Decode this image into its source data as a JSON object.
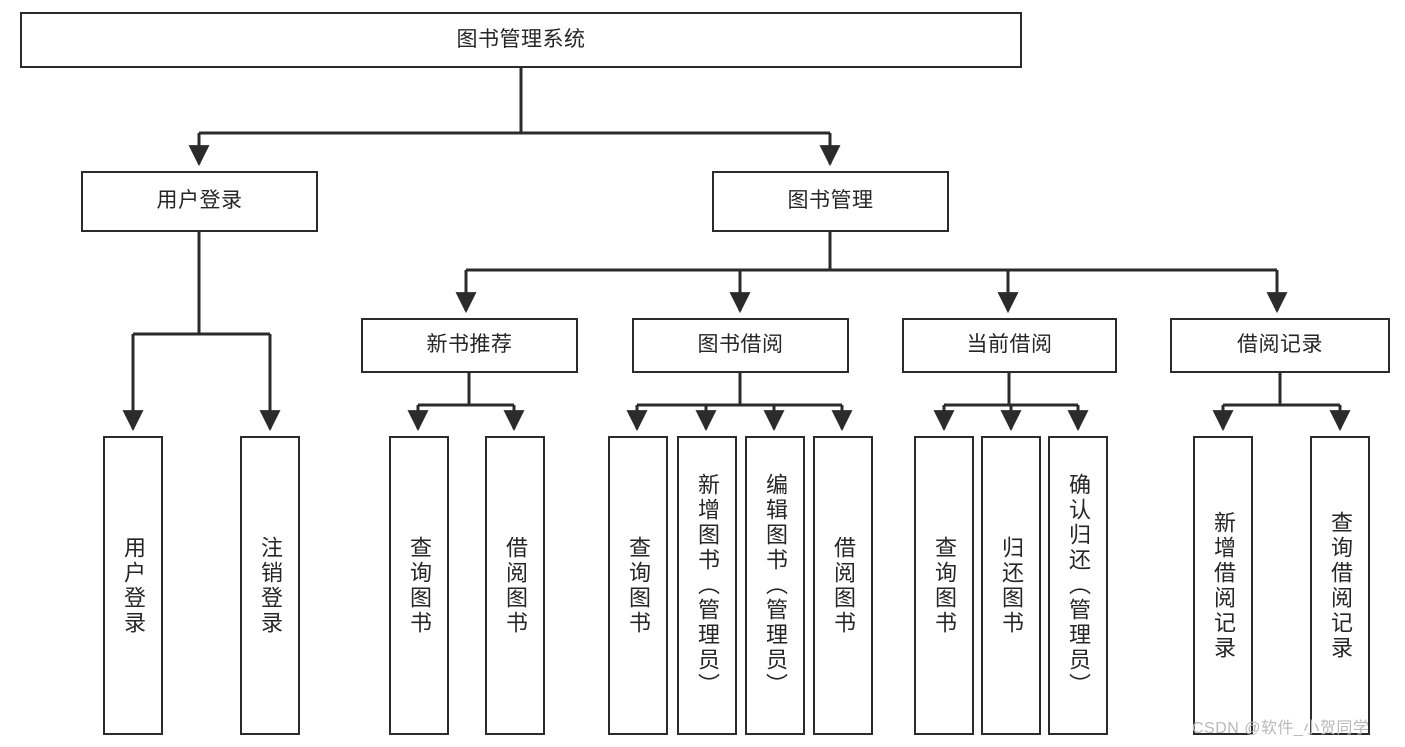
{
  "diagram": {
    "title": "图书管理系统",
    "type": "tree-hierarchy-chart",
    "stroke_color": "#2b2b2b",
    "fill_color": "#ffffff",
    "text_color": "#262626"
  },
  "watermark": {
    "text": "CSDN @软件_小贺同学"
  },
  "nodes": {
    "root": {
      "label": "图书管理系统"
    },
    "level1": [
      {
        "label": "用户登录"
      },
      {
        "label": "图书管理"
      }
    ],
    "level2": [
      {
        "label": "新书推荐"
      },
      {
        "label": "图书借阅"
      },
      {
        "label": "当前借阅"
      },
      {
        "label": "借阅记录"
      }
    ],
    "leaves_user_login": [
      {
        "label": "用户登录"
      },
      {
        "label": "注销登录"
      }
    ],
    "leaves_new_book": [
      {
        "label": "查询图书"
      },
      {
        "label": "借阅图书"
      }
    ],
    "leaves_book_borrow": [
      {
        "label": "查询图书"
      },
      {
        "label": "新增图书（管理员）"
      },
      {
        "label": "编辑图书（管理员）"
      },
      {
        "label": "借阅图书"
      }
    ],
    "leaves_current_borrow": [
      {
        "label": "查询图书"
      },
      {
        "label": "归还图书"
      },
      {
        "label": "确认归还（管理员）"
      }
    ],
    "leaves_borrow_record": [
      {
        "label": "新增借阅记录"
      },
      {
        "label": "查询借阅记录"
      }
    ]
  }
}
